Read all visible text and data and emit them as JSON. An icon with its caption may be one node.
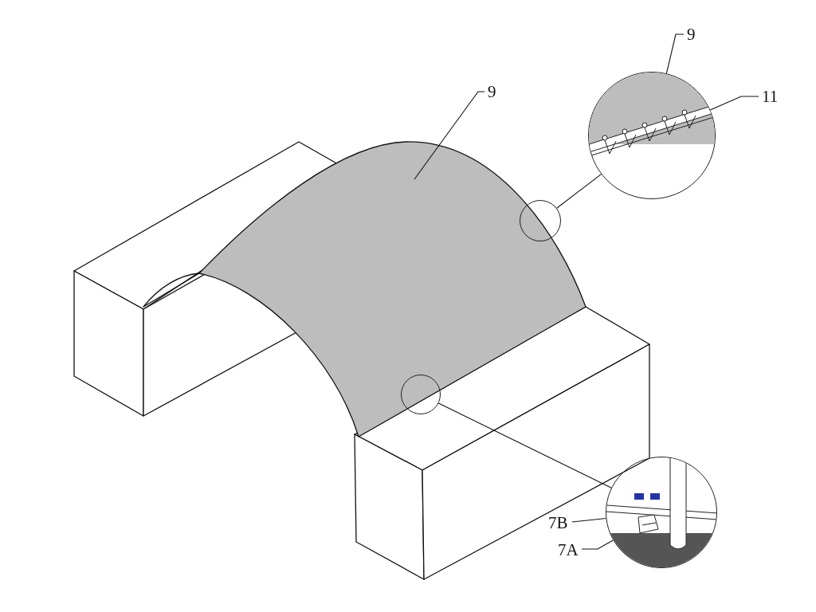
{
  "diagram": {
    "nodes": [
      {
        "text": [
          "9"
        ]
      },
      {
        "text": [
          "9"
        ]
      },
      {
        "text": [
          "11"
        ]
      },
      {
        "text": [],
        "shape": "circle"
      },
      {
        "text": [],
        "shape": "circle"
      },
      {
        "text": [],
        "shape": "circle"
      },
      {
        "text": [],
        "shape": "circle"
      },
      {
        "text": [
          "7B"
        ]
      },
      {
        "text": [
          "7A"
        ]
      }
    ],
    "edges": [
      {
        "from": 0,
        "to": 3,
        "arrow": "none"
      },
      {
        "from": 1,
        "to": null,
        "arrow": "none"
      },
      {
        "from": 2,
        "to": 3,
        "arrow": "none"
      },
      {
        "from": 4,
        "to": 3,
        "arrow": "none"
      },
      {
        "from": 5,
        "to": 6,
        "arrow": "none"
      },
      {
        "from": 7,
        "to": 6,
        "arrow": "none"
      },
      {
        "from": 8,
        "to": 6,
        "arrow": "none"
      }
    ]
  }
}
